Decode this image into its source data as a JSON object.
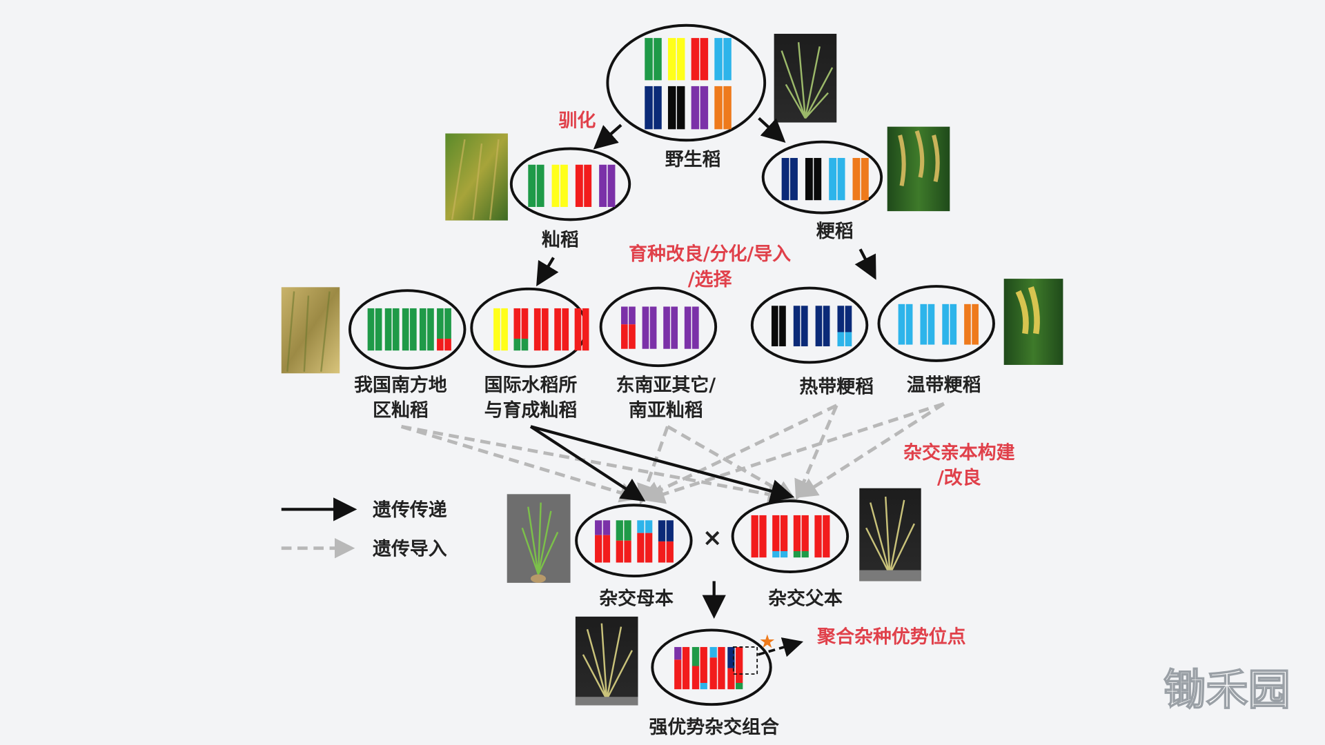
{
  "colors": {
    "green": "#1f9a48",
    "yellow": "#ffff1a",
    "red": "#f21c1c",
    "lightblue": "#2db4ea",
    "navy": "#0b2a78",
    "black": "#0a0a0a",
    "purple": "#7b31a8",
    "orange": "#ee7a1c",
    "annotation": "#e0404a",
    "dashed": "#b8b8b8"
  },
  "labels": {
    "wild": "野生稻",
    "indica": "籼稻",
    "japonica": "粳稻",
    "domestication": "驯化",
    "breeding_1": "育种改良/分化/导入",
    "breeding_2": "/选择",
    "south_china_1": "我国南方地",
    "south_china_2": "区籼稻",
    "irri_1": "国际水稻所",
    "irri_2": "与育成籼稻",
    "sea_1": "东南亚其它/",
    "sea_2": "南亚籼稻",
    "tropical": "热带粳稻",
    "temperate": "温带粳稻",
    "parent_build_1": "杂交亲本构建",
    "parent_build_2": "/改良",
    "legend_solid": "遗传传递",
    "legend_dashed": "遗传导入",
    "cross": "×",
    "mother": "杂交母本",
    "father": "杂交父本",
    "hybrid": "强优势杂交组合",
    "heterosis_loci": "聚合杂种优势位点",
    "watermark": "锄禾园"
  },
  "groups": {
    "wild_top": [
      {
        "l": [
          [
            "green",
            1
          ]
        ]
      },
      {
        "l": [
          [
            "yellow",
            1
          ]
        ]
      },
      {
        "l": [
          [
            "red",
            1
          ]
        ]
      },
      {
        "l": [
          [
            "lightblue",
            1
          ]
        ]
      }
    ],
    "wild_bottom": [
      {
        "l": [
          [
            "navy",
            1
          ]
        ]
      },
      {
        "l": [
          [
            "black",
            1
          ]
        ]
      },
      {
        "l": [
          [
            "purple",
            1
          ]
        ]
      },
      {
        "l": [
          [
            "orange",
            1
          ]
        ]
      }
    ],
    "indica": [
      {
        "l": [
          [
            "green",
            1
          ]
        ]
      },
      {
        "l": [
          [
            "yellow",
            1
          ]
        ]
      },
      {
        "l": [
          [
            "red",
            1
          ]
        ]
      },
      {
        "l": [
          [
            "purple",
            1
          ]
        ]
      }
    ],
    "japonica": [
      {
        "l": [
          [
            "navy",
            1
          ]
        ]
      },
      {
        "l": [
          [
            "black",
            1
          ]
        ]
      },
      {
        "l": [
          [
            "lightblue",
            1
          ]
        ]
      },
      {
        "l": [
          [
            "orange",
            1
          ]
        ]
      }
    ],
    "south_china": [
      {
        "l": [
          [
            "green",
            1
          ]
        ]
      },
      {
        "l": [
          [
            "green",
            1
          ]
        ]
      },
      {
        "l": [
          [
            "green",
            1
          ]
        ]
      },
      {
        "l": [
          [
            "green",
            1
          ]
        ]
      },
      {
        "l": [
          [
            "green",
            0.72
          ],
          [
            "red",
            0.28
          ]
        ]
      }
    ],
    "irri": [
      {
        "l": [
          [
            "yellow",
            1
          ]
        ]
      },
      {
        "l": [
          [
            "red",
            0.72
          ],
          [
            "green",
            0.28
          ]
        ]
      },
      {
        "l": [
          [
            "red",
            1
          ]
        ]
      },
      {
        "l": [
          [
            "red",
            1
          ]
        ]
      },
      {
        "l": [
          [
            "red",
            1
          ]
        ]
      }
    ],
    "sea": [
      {
        "l": [
          [
            "purple",
            0.42
          ],
          [
            "red",
            0.58
          ]
        ]
      },
      {
        "l": [
          [
            "purple",
            1
          ]
        ]
      },
      {
        "l": [
          [
            "purple",
            1
          ]
        ]
      },
      {
        "l": [
          [
            "purple",
            1
          ]
        ]
      }
    ],
    "tropical": [
      {
        "l": [
          [
            "black",
            1
          ]
        ]
      },
      {
        "l": [
          [
            "navy",
            1
          ]
        ]
      },
      {
        "l": [
          [
            "navy",
            1
          ]
        ]
      },
      {
        "l": [
          [
            "navy",
            0.65
          ],
          [
            "lightblue",
            0.35
          ]
        ]
      }
    ],
    "temperate": [
      {
        "l": [
          [
            "lightblue",
            1
          ]
        ]
      },
      {
        "l": [
          [
            "lightblue",
            1
          ]
        ]
      },
      {
        "l": [
          [
            "lightblue",
            1
          ]
        ]
      },
      {
        "l": [
          [
            "orange",
            1
          ]
        ]
      }
    ],
    "mother": [
      {
        "l": [
          [
            "purple",
            0.35
          ],
          [
            "red",
            0.65
          ]
        ]
      },
      {
        "l": [
          [
            "green",
            0.48
          ],
          [
            "red",
            0.52
          ]
        ]
      },
      {
        "l": [
          [
            "lightblue",
            0.3
          ],
          [
            "red",
            0.7
          ]
        ]
      },
      {
        "l": [
          [
            "navy",
            0.5
          ],
          [
            "red",
            0.5
          ]
        ]
      }
    ],
    "father": [
      {
        "l": [
          [
            "red",
            1
          ]
        ]
      },
      {
        "l": [
          [
            "red",
            0.85
          ],
          [
            "lightblue",
            0.15
          ]
        ]
      },
      {
        "l": [
          [
            "red",
            0.85
          ],
          [
            "green",
            0.15
          ]
        ]
      },
      {
        "l": [
          [
            "red",
            1
          ]
        ]
      }
    ],
    "hybrid": [
      {
        "l": [
          [
            "purple",
            0.3
          ],
          [
            "red",
            0.7
          ]
        ],
        "r": [
          [
            "red",
            1
          ]
        ]
      },
      {
        "l": [
          [
            "green",
            0.45
          ],
          [
            "red",
            0.55
          ]
        ],
        "r": [
          [
            "red",
            0.85
          ],
          [
            "lightblue",
            0.15
          ]
        ]
      },
      {
        "l": [
          [
            "lightblue",
            0.25
          ],
          [
            "red",
            0.75
          ]
        ],
        "r": [
          [
            "red",
            1
          ]
        ]
      },
      {
        "l": [
          [
            "navy",
            0.5
          ],
          [
            "red",
            0.5
          ]
        ],
        "r": [
          [
            "red",
            0.85
          ],
          [
            "green",
            0.15
          ]
        ]
      }
    ]
  }
}
